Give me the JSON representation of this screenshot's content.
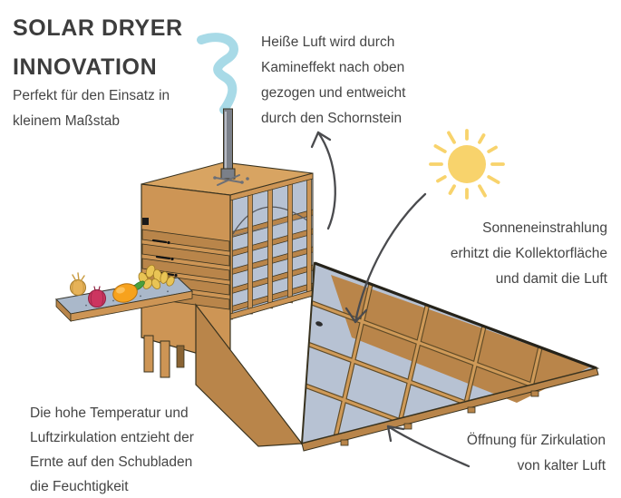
{
  "header": {
    "title": [
      "SOLAR DRYER",
      "INNOVATION"
    ],
    "subtitle": [
      "Perfekt für den Einsatz in",
      "kleinem Maßstab"
    ]
  },
  "annotations": {
    "chimney_effect": [
      "Heiße Luft wird durch",
      "Kamineffekt nach oben",
      "gezogen und entweicht",
      "durch den Schornstein"
    ],
    "solar_radiation": [
      "Sonneneinstrahlung",
      "erhitzt die Kollektorfläche",
      "und damit die Luft"
    ],
    "drying_drawers": [
      "Die hohe Temperatur und",
      "Luftzirkulation entzieht der",
      "Ernte auf den Schubladen",
      "die Feuchtigkeit"
    ],
    "cold_air_inlet": [
      "Öffnung für Zirkulation",
      "von kalter Luft"
    ]
  },
  "illustration": {
    "icons": [
      "sun-icon",
      "smoke-icon",
      "chimney",
      "dryer-cabinet",
      "drawer-stack",
      "produce-shelf",
      "onion-icon",
      "red-onion-icon",
      "mango-icon",
      "potatoes-icon",
      "solar-collector",
      "collector-side-panel",
      "arrow-up-chimney-icon",
      "arrow-sun-to-collector-icon",
      "arrow-cold-air-icon"
    ]
  },
  "colors": {
    "title_text": "#3d3d3d",
    "body_text": "#454545",
    "wood": "#cd9555",
    "wood_light": "#d8a462",
    "wood_mid": "#b9854a",
    "wood_dark": "#8a6434",
    "outline": "#38321f",
    "glass": "#b7c2d3",
    "shelf_glass": "#aab8ca",
    "smoke": "#a8dae7",
    "metal": "#7b8089",
    "sun": "#f8d36c",
    "arrow": "#4a4b4e"
  }
}
